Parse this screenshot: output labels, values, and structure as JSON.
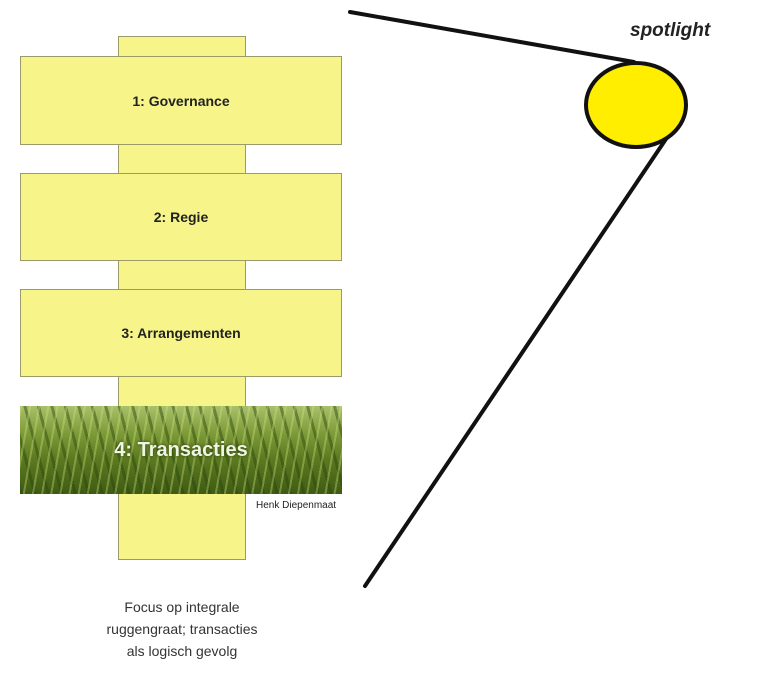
{
  "layers": [
    {
      "label": "1: Governance"
    },
    {
      "label": "2: Regie"
    },
    {
      "label": "3: Arrangementen"
    },
    {
      "label": "4: Transacties"
    }
  ],
  "credit": "Henk Diepenmaat",
  "spotlight_label": "spotlight",
  "caption": "Focus op integrale\nruggengraat; transacties\nals logisch gevolg",
  "colors": {
    "box_fill": "#f7f58a",
    "spot_fill": "#ffee00",
    "line": "#111111"
  }
}
